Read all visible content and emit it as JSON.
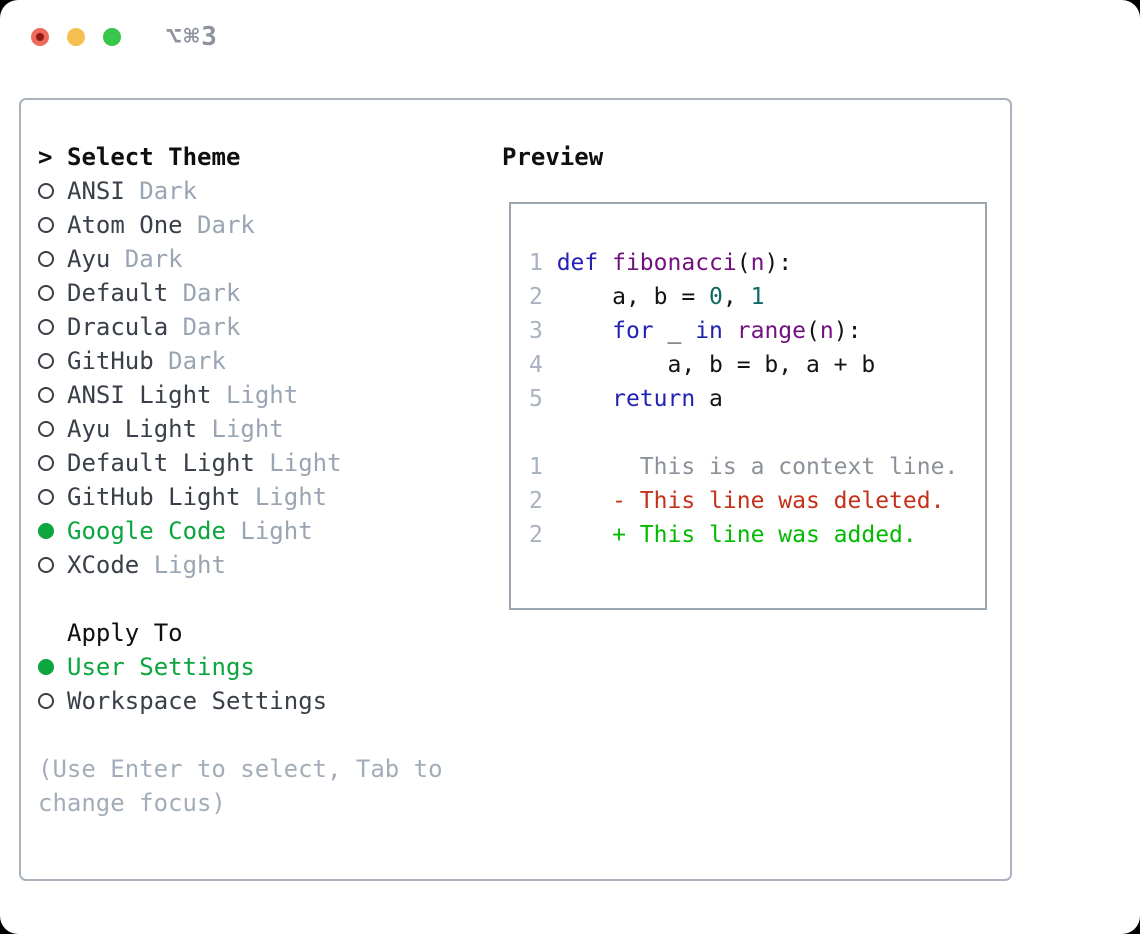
{
  "window": {
    "title_shortcut": "⌥⌘3"
  },
  "titlebar": {
    "buttons": [
      {
        "name": "close-button"
      },
      {
        "name": "minimize-button"
      },
      {
        "name": "zoom-button"
      }
    ]
  },
  "colors": {
    "accent_green": "#0ca53e",
    "header_text": "#0e0f11",
    "item_text": "#3a4049",
    "muted_text": "#9aa5b3",
    "help_text": "#a3adb9",
    "line_number": "#a8b2be",
    "keyword": "#2222b2",
    "function_name": "#71107e",
    "plain_code": "#141414",
    "literal": "#0d6a67",
    "diff_context": "#8b9199",
    "diff_deleted": "#c43018",
    "diff_added": "#00bb00",
    "panel_border": "#a9b2bd",
    "preview_border": "#9aa5af",
    "traffic_red": "#ee6a5f",
    "traffic_red_dot": "#8c1d15",
    "traffic_yellow": "#f5bf4f",
    "traffic_green": "#37c649",
    "title_text": "#8d939c"
  },
  "theme_list": {
    "header_prefix": ">",
    "header": "Select Theme",
    "items": [
      {
        "name": "ANSI",
        "variant": "Dark",
        "selected": false
      },
      {
        "name": "Atom One",
        "variant": "Dark",
        "selected": false
      },
      {
        "name": "Ayu",
        "variant": "Dark",
        "selected": false
      },
      {
        "name": "Default",
        "variant": "Dark",
        "selected": false
      },
      {
        "name": "Dracula",
        "variant": "Dark",
        "selected": false
      },
      {
        "name": "GitHub",
        "variant": "Dark",
        "selected": false
      },
      {
        "name": "ANSI Light",
        "variant": "Light",
        "selected": false
      },
      {
        "name": "Ayu Light",
        "variant": "Light",
        "selected": false
      },
      {
        "name": "Default Light",
        "variant": "Light",
        "selected": false
      },
      {
        "name": "GitHub Light",
        "variant": "Light",
        "selected": false
      },
      {
        "name": "Google Code",
        "variant": "Light",
        "selected": true
      },
      {
        "name": "XCode",
        "variant": "Light",
        "selected": false
      }
    ]
  },
  "apply_to": {
    "header": "Apply To",
    "items": [
      {
        "label": "User Settings",
        "selected": true
      },
      {
        "label": "Workspace Settings",
        "selected": false
      }
    ]
  },
  "help_lines": [
    "(Use Enter to select, Tab to",
    "change focus)"
  ],
  "preview": {
    "header": "Preview",
    "lines": [
      {
        "num": "1",
        "tokens": [
          [
            "def",
            "kw"
          ],
          [
            " ",
            "pl"
          ],
          [
            "fibonacci",
            "fn"
          ],
          [
            "(",
            "pl"
          ],
          [
            "n",
            "fn"
          ],
          [
            "):",
            "pl"
          ]
        ]
      },
      {
        "num": "2",
        "tokens": [
          [
            "    a, b = ",
            "pl"
          ],
          [
            "0",
            "lit"
          ],
          [
            ", ",
            "pl"
          ],
          [
            "1",
            "lit"
          ]
        ]
      },
      {
        "num": "3",
        "tokens": [
          [
            "    ",
            "pl"
          ],
          [
            "for",
            "kw"
          ],
          [
            " _ ",
            "pl"
          ],
          [
            "in",
            "kw"
          ],
          [
            " ",
            "pl"
          ],
          [
            "range",
            "fn"
          ],
          [
            "(",
            "pl"
          ],
          [
            "n",
            "fn"
          ],
          [
            "):",
            "pl"
          ]
        ]
      },
      {
        "num": "4",
        "tokens": [
          [
            "        a, b = b, a + b",
            "pl"
          ]
        ]
      },
      {
        "num": "5",
        "tokens": [
          [
            "    ",
            "pl"
          ],
          [
            "return",
            "kw"
          ],
          [
            " a",
            "pl"
          ]
        ]
      },
      {
        "blank": true
      },
      {
        "num": "1",
        "kind": "context",
        "tokens": [
          [
            "      This is a context line.",
            "ctx"
          ]
        ]
      },
      {
        "num": "2",
        "kind": "deleted",
        "tokens": [
          [
            "    - This line was deleted.",
            "del"
          ]
        ]
      },
      {
        "num": "2",
        "kind": "added",
        "tokens": [
          [
            "    + This line was added.",
            "add"
          ]
        ]
      }
    ]
  }
}
